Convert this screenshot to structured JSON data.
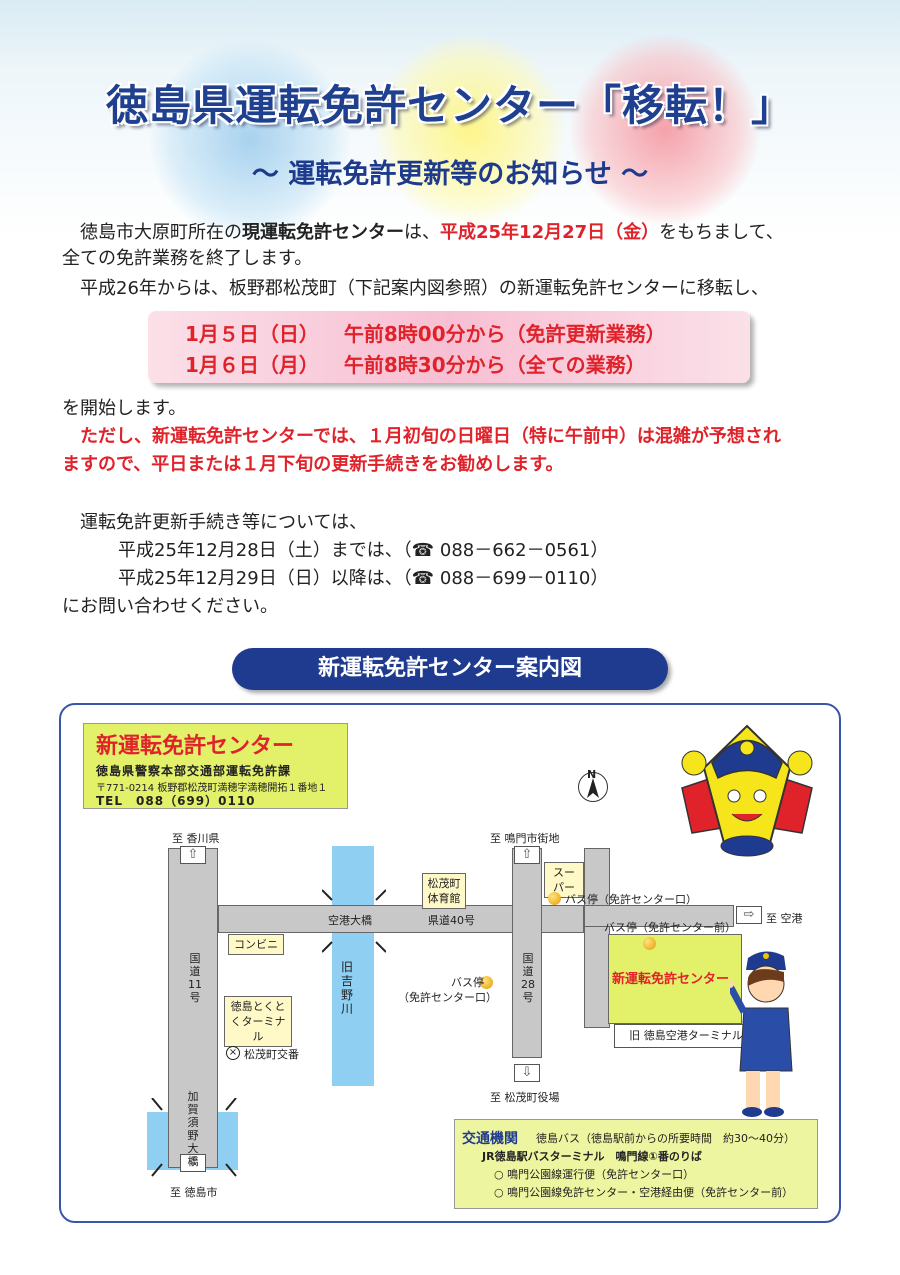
{
  "header": {
    "title": "徳島県運転免許センター「移転！」",
    "subtitle": "～ 運転免許更新等のお知らせ ～"
  },
  "intro": {
    "l1_a": "徳島市大原町所在の",
    "l1_b": "現運転免許センター",
    "l1_c": "は、",
    "l1_d": "平成25年12月27日（金）",
    "l1_e": "をもちまして、",
    "l2": "全ての免許業務を終了します。",
    "l3": "平成26年からは、板野郡松茂町（下記案内図参照）の新運転免許センターに移転し、"
  },
  "schedule": {
    "row1_date": "1月５日（日）",
    "row1_text": "午前8時00分から（免許更新業務）",
    "row2_date": "1月６日（月）",
    "row2_text": "午前8時30分から（全ての業務）"
  },
  "after": {
    "start": "を開始します。",
    "warn1": "ただし、新運転免許センターでは、１月初旬の日曜日（特に午前中）は混雑が予想され",
    "warn2": "ますので、平日または１月下旬の更新手続きをお勧めします。"
  },
  "contact": {
    "intro": "運転免許更新手続き等については、",
    "c1_label": "平成25年12月28日（土）までは、",
    "c1_phone": "（☎ 088－662－0561）",
    "c2_label": "平成25年12月29日（日）以降は、",
    "c2_phone": "（☎ 088－699－0110）",
    "outro": "にお問い合わせください。"
  },
  "map": {
    "heading": "新運転免許センター案内図",
    "center_box": {
      "name": "新運転免許センター",
      "dept": "徳島県警察本部交通部運転免許課",
      "address": "〒771-0214 板野郡松茂町満穂字満穂開拓１番地１",
      "tel": "TEL　088（699）0110"
    },
    "labels": {
      "kagawa": "至 香川県",
      "naruto_city": "至 鳴門市街地",
      "airport": "至 空港",
      "tokushima_city": "至 徳島市",
      "matsushige_office": "至 松茂町役場",
      "route11": "国道11号",
      "route28": "国道28号",
      "pref40": "県道40号",
      "airport_bridge": "空港大橋",
      "old_yoshino": "旧吉野川",
      "kagasuno": "加賀須野大橋",
      "convenience": "コンビニ",
      "gym": "松茂町体育館",
      "super": "スーパー",
      "tokutoku": "徳島とくとくターミナル",
      "police_box": "松茂町交番",
      "bus1": "バス停（免許センター口）",
      "bus2": "バス停（免許センター前）",
      "bus3_a": "バス停",
      "bus3_b": "（免許センター口）",
      "new_center": "新運転免許センター",
      "old_terminal": "旧 徳島空港ターミナル跡地",
      "north": "N"
    },
    "transit": {
      "title": "交通機関",
      "bus": "徳島バス（徳島駅前からの所要時間　約30～40分）",
      "terminal": "JR徳島駅バスターミナル　鳴門線①番のりば",
      "line1": "○ 鳴門公園線運行便（免許センター口）",
      "line2": "○ 鳴門公園線免許センター・空港経由便（免許センター前）"
    }
  },
  "colors": {
    "navy": "#1f3b8f",
    "red": "#e0232b",
    "pink": "#f7bfd3",
    "center_green": "#e3f06a"
  }
}
